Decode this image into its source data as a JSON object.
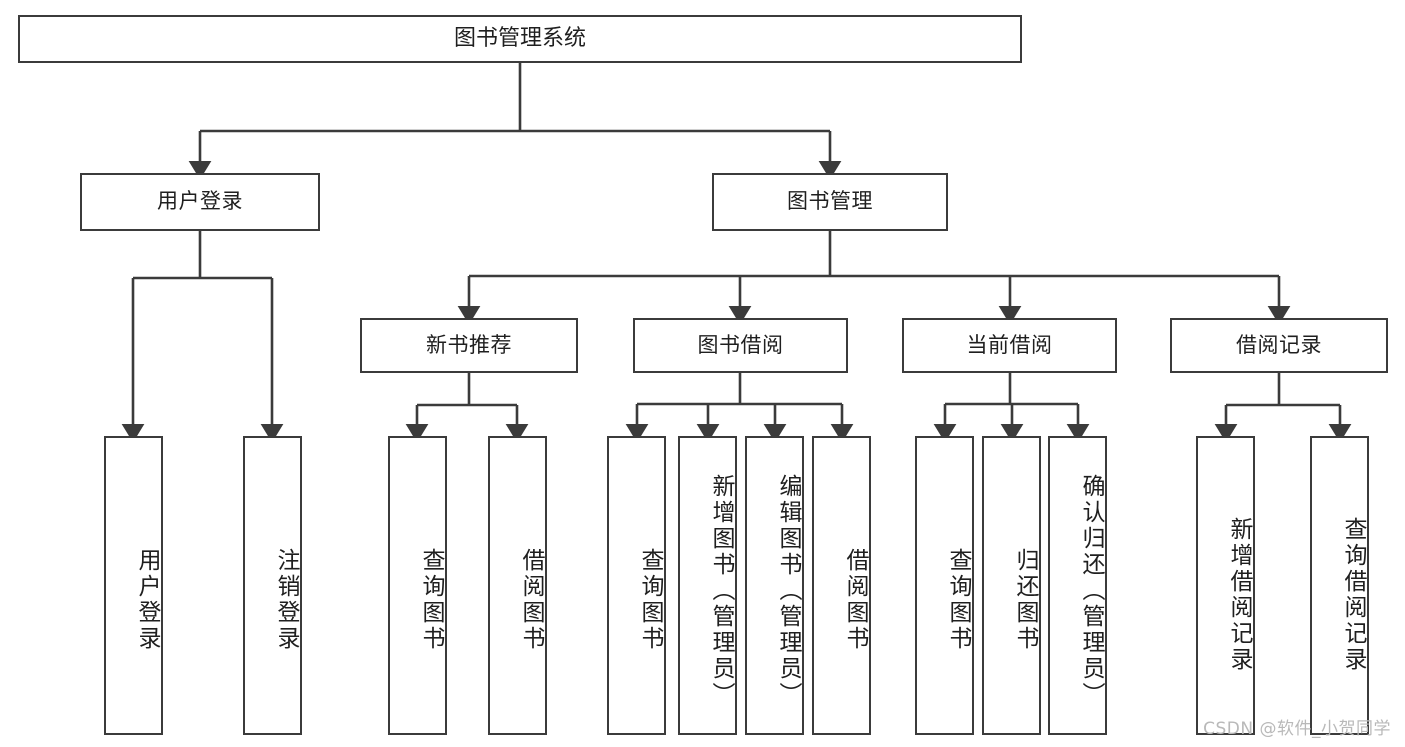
{
  "diagram": {
    "title": "图书管理系统",
    "type": "hierarchy-tree",
    "stroke_color": "#3b3b3b",
    "text_color": "#1f1f1f",
    "background_color": "#ffffff",
    "root": {
      "id": "root",
      "label": "图书管理系统"
    },
    "level1": [
      {
        "id": "user-login",
        "label": "用户登录"
      },
      {
        "id": "book-management",
        "label": "图书管理"
      }
    ],
    "level2": [
      {
        "id": "new-book-recommend",
        "label": "新书推荐",
        "parent": "book-management"
      },
      {
        "id": "book-borrow",
        "label": "图书借阅",
        "parent": "book-management"
      },
      {
        "id": "current-borrow",
        "label": "当前借阅",
        "parent": "book-management"
      },
      {
        "id": "borrow-record",
        "label": "借阅记录",
        "parent": "book-management"
      }
    ],
    "leaves": [
      {
        "id": "leaf-user-login",
        "label": "用户登录",
        "parent": "user-login"
      },
      {
        "id": "leaf-user-logout",
        "label": "注销登录",
        "parent": "user-login"
      },
      {
        "id": "leaf-query-book-1",
        "label": "查询图书",
        "parent": "new-book-recommend"
      },
      {
        "id": "leaf-borrow-book-1",
        "label": "借阅图书",
        "parent": "new-book-recommend"
      },
      {
        "id": "leaf-query-book-2",
        "label": "查询图书",
        "parent": "book-borrow"
      },
      {
        "id": "leaf-add-book",
        "label": "新增图书（管理员）",
        "parent": "book-borrow"
      },
      {
        "id": "leaf-edit-book",
        "label": "编辑图书（管理员）",
        "parent": "book-borrow"
      },
      {
        "id": "leaf-borrow-book-2",
        "label": "借阅图书",
        "parent": "book-borrow"
      },
      {
        "id": "leaf-query-book-3",
        "label": "查询图书",
        "parent": "current-borrow"
      },
      {
        "id": "leaf-return-book",
        "label": "归还图书",
        "parent": "current-borrow"
      },
      {
        "id": "leaf-confirm-return",
        "label": "确认归还（管理员）",
        "parent": "current-borrow"
      },
      {
        "id": "leaf-add-record",
        "label": "新增借阅记录",
        "parent": "borrow-record"
      },
      {
        "id": "leaf-query-record",
        "label": "查询借阅记录",
        "parent": "borrow-record"
      }
    ]
  },
  "watermark": {
    "text": "CSDN @软件_小贺同学"
  }
}
